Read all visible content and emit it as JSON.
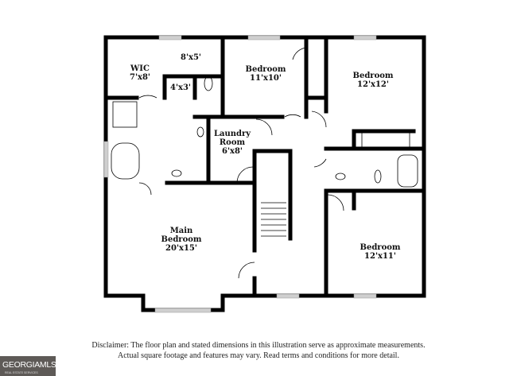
{
  "rooms": [
    {
      "name": "WIC",
      "dim": "7'x8'"
    },
    {
      "name": "",
      "dim": "8'x5'"
    },
    {
      "name": "",
      "dim": "4'x3'"
    },
    {
      "name": "Bedroom",
      "dim": "11'x10'"
    },
    {
      "name": "Bedroom",
      "dim": "12'x12'"
    },
    {
      "name": "Laundry Room",
      "dim": "6'x8'"
    },
    {
      "name": "Main Bedroom",
      "dim": "20'x15'"
    },
    {
      "name": "Bedroom",
      "dim": "12'x11'"
    }
  ],
  "disclaimer": {
    "line1": "Disclaimer: The floor plan and stated dimensions in this illustration serve as approximate measurements.",
    "line2": "Actual square footage and features may vary. Read terms and conditions for more detail."
  },
  "logo": {
    "text": "GEORGIAMLS",
    "subtext": "REAL ESTATE SERVICES"
  },
  "colors": {
    "wall": "#000000",
    "window": "#cfcfcf"
  }
}
